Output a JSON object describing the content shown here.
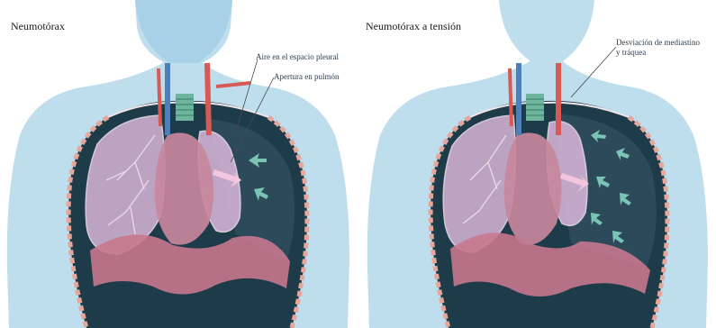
{
  "panels": [
    {
      "title": "Neumotórax",
      "labels": [
        "Aire en el espacio pleural",
        "Apertura en pulmón"
      ]
    },
    {
      "title": "Neumotórax a tensión",
      "labels": [
        "Desviación de mediastino",
        "y tráquea"
      ]
    }
  ],
  "colors": {
    "body_tint": "#a9d2e6",
    "pleural_dark": "#24414f",
    "lung_fill": "#d6b4d6",
    "heart_fill": "#c87f95",
    "diaphragm_fill": "#c6788e",
    "airflow_arrow": "#7ac4b6",
    "shift_arrow": "#f2c7dd",
    "trachea_ring": "#6fb59d",
    "vessel_red": "#d95a55",
    "vessel_blue": "#4d7fb8"
  },
  "icons": [
    "airflow-arrow-icon",
    "mediastinal-shift-arrow-icon"
  ]
}
